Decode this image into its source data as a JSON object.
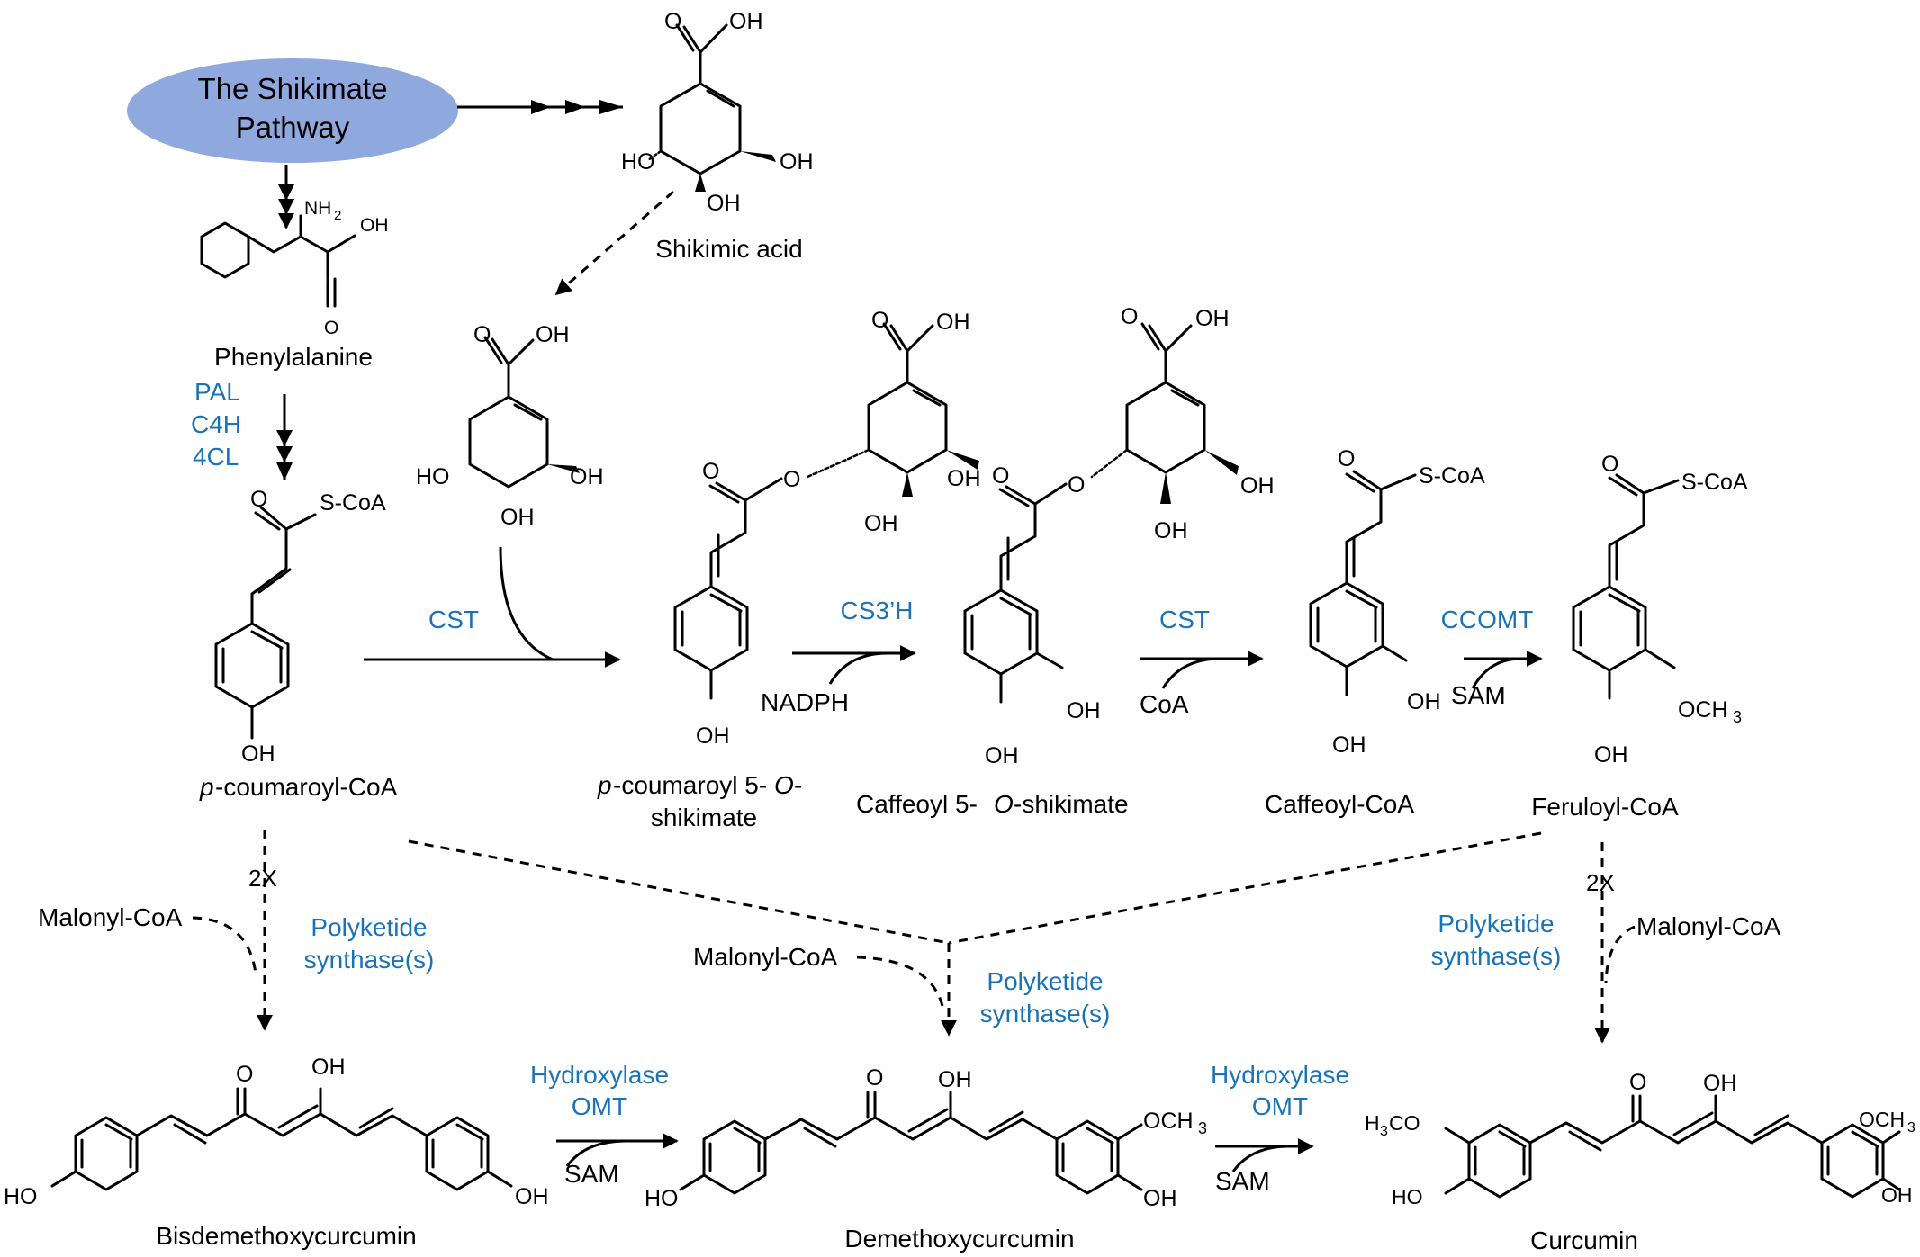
{
  "colors": {
    "ellipse": "#8fa8dd",
    "enzyme": "#1a73b8",
    "text": "#000000"
  },
  "start": {
    "line1": "The Shikimate",
    "line2": "Pathway"
  },
  "compounds": {
    "shikimic_acid": "Shikimic acid",
    "phenylalanine": "Phenylalanine",
    "p_coumaroyl_coa": "-coumaroyl-CoA",
    "p_prefix": "p",
    "pcs_line1_a": "-coumaroyl 5-",
    "pcs_line1_o": "O",
    "pcs_line1_b": "-",
    "pcs_line2": "shikimate",
    "caffeoyl_shik_a": "Caffeoyl 5-",
    "caffeoyl_shik_o": "O",
    "caffeoyl_shik_b": "-shikimate",
    "caffeoyl_coa": "Caffeoyl-CoA",
    "feruloyl_coa": "Feruloyl-CoA",
    "bisdemethoxycurcumin": "Bisdemethoxycurcumin",
    "demethoxycurcumin": "Demethoxycurcumin",
    "curcumin": "Curcumin"
  },
  "enzymes": {
    "pal": "PAL",
    "c4h": "C4H",
    "4cl": "4CL",
    "cst1": "CST",
    "cs3h": "CS3’H",
    "cst2": "CST",
    "ccomt": "CCOMT",
    "pks_a": "Polyketide",
    "pks_b": "synthase(s)",
    "hydroxylase": "Hydroxylase",
    "omt": "OMT"
  },
  "cofactors": {
    "nadph": "NADPH",
    "coa": "CoA",
    "sam": "SAM",
    "malonyl": "Malonyl-CoA",
    "twox": "2X"
  },
  "atoms": {
    "oh": "OH",
    "o": "O",
    "nh2": "NH",
    "sub2": "2",
    "scoa": "S-CoA",
    "och3": "OCH",
    "sub3": "3",
    "h3co_h": "H",
    "h3co_rest": "CO",
    "ho": "HO"
  }
}
